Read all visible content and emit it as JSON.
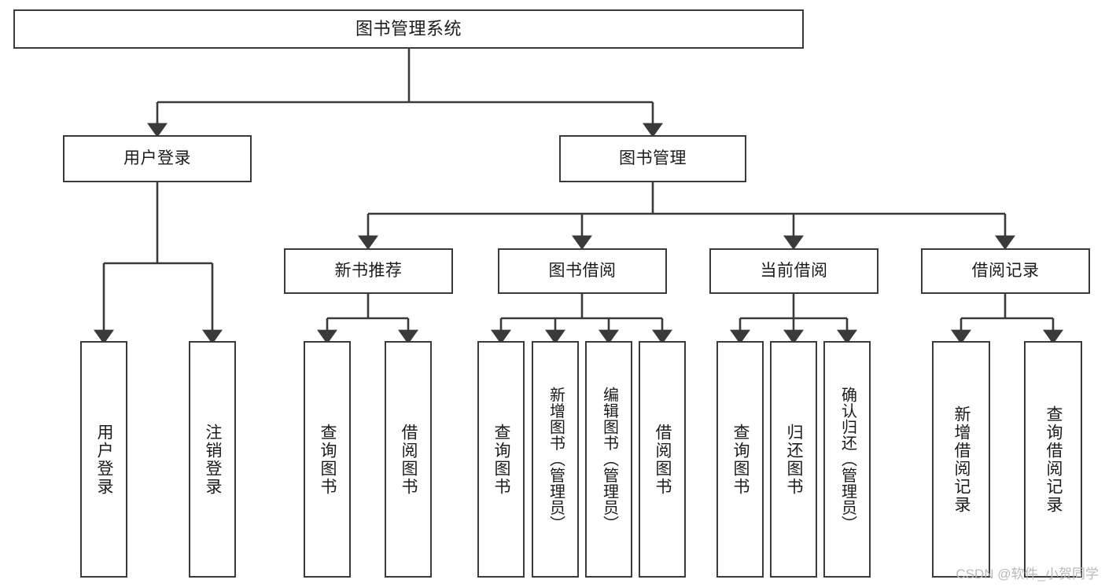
{
  "diagram": {
    "type": "tree",
    "title": "图书管理系统",
    "watermark": "CSDN @软件_小贺同学",
    "theme": {
      "stroke": "#3a3a3a",
      "fill": "#ffffff",
      "text": "#1b1b1b",
      "watermark": "#b9b9b9"
    },
    "root": {
      "label": "图书管理系统"
    },
    "level2": [
      {
        "key": "user-login",
        "label": "用户登录"
      },
      {
        "key": "book-manage",
        "label": "图书管理"
      }
    ],
    "level3": [
      {
        "key": "new-book-recommend",
        "label": "新书推荐",
        "parent": "book-manage"
      },
      {
        "key": "book-borrow",
        "label": "图书借阅",
        "parent": "book-manage"
      },
      {
        "key": "current-borrow",
        "label": "当前借阅",
        "parent": "book-manage"
      },
      {
        "key": "borrow-record",
        "label": "借阅记录",
        "parent": "book-manage"
      }
    ],
    "leaves": [
      {
        "key": "leaf-user-login",
        "label": "用户登录",
        "parent": "user-login"
      },
      {
        "key": "leaf-logout",
        "label": "注销登录",
        "parent": "user-login"
      },
      {
        "key": "leaf-query-book-1",
        "label": "查询图书",
        "parent": "new-book-recommend"
      },
      {
        "key": "leaf-borrow-book-1",
        "label": "借阅图书",
        "parent": "new-book-recommend"
      },
      {
        "key": "leaf-query-book-2",
        "label": "查询图书",
        "parent": "book-borrow"
      },
      {
        "key": "leaf-add-book",
        "label": "新增图书（管理员）",
        "parent": "book-borrow"
      },
      {
        "key": "leaf-edit-book",
        "label": "编辑图书（管理员）",
        "parent": "book-borrow"
      },
      {
        "key": "leaf-borrow-book-2",
        "label": "借阅图书",
        "parent": "book-borrow"
      },
      {
        "key": "leaf-query-book-3",
        "label": "查询图书",
        "parent": "current-borrow"
      },
      {
        "key": "leaf-return-book",
        "label": "归还图书",
        "parent": "current-borrow"
      },
      {
        "key": "leaf-confirm-return",
        "label": "确认归还（管理员）",
        "parent": "current-borrow"
      },
      {
        "key": "leaf-add-record",
        "label": "新增借阅记录",
        "parent": "borrow-record"
      },
      {
        "key": "leaf-query-record",
        "label": "查询借阅记录",
        "parent": "borrow-record"
      }
    ]
  }
}
